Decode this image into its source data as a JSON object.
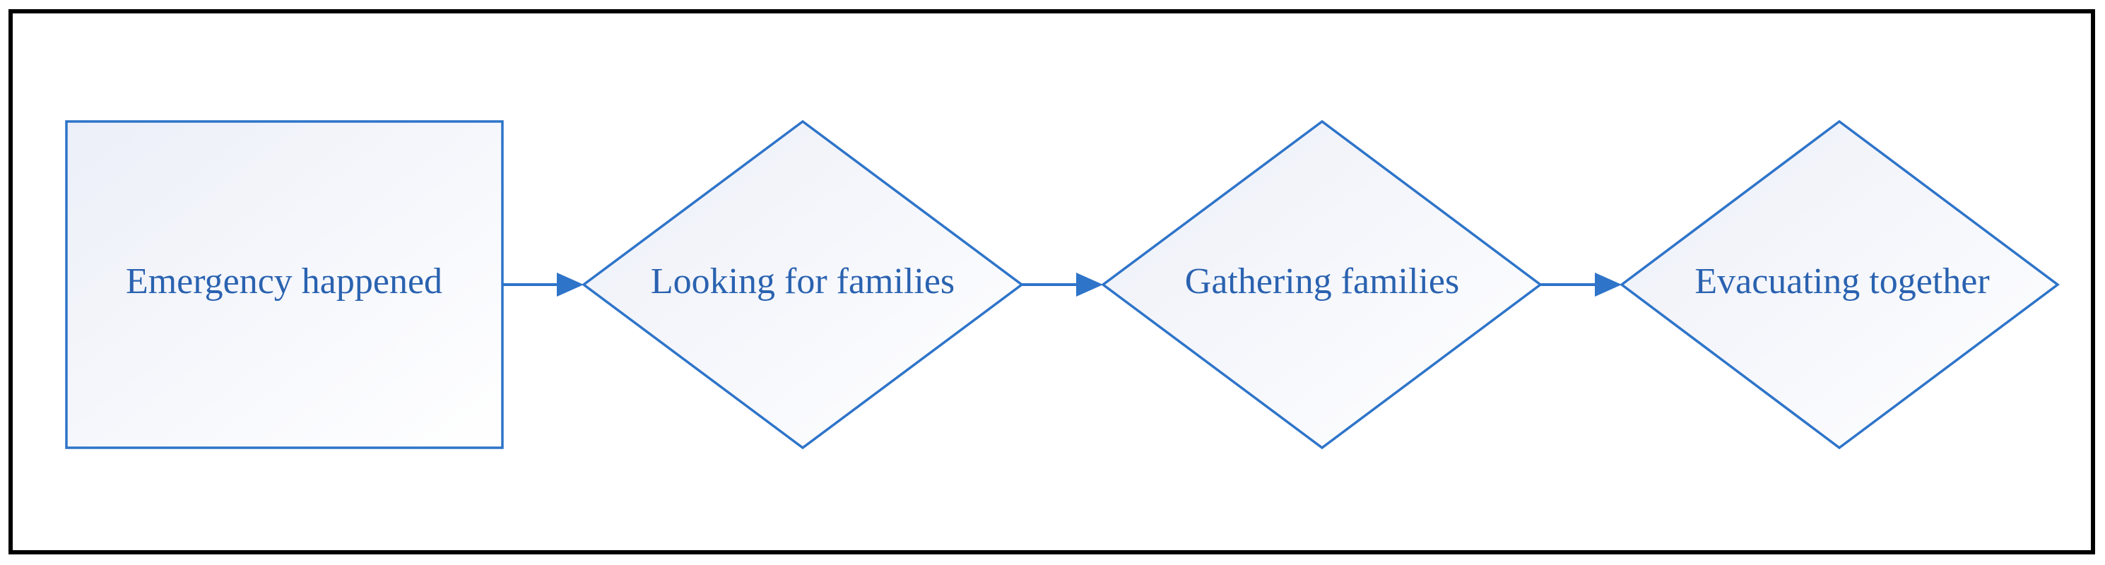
{
  "colors": {
    "border": "#000000",
    "stroke": "#2e74c9",
    "arrow": "#2e74c9",
    "text": "#2a62b0",
    "fill_start": "#eceff8",
    "fill_end": "#ffffff"
  },
  "nodes": [
    {
      "id": "emergency",
      "shape": "rectangle",
      "label": "Emergency happened"
    },
    {
      "id": "looking",
      "shape": "diamond",
      "label": "Looking for families"
    },
    {
      "id": "gathering",
      "shape": "diamond",
      "label": "Gathering families"
    },
    {
      "id": "evacuating",
      "shape": "diamond",
      "label": "Evacuating together"
    }
  ],
  "edges": [
    {
      "from": "emergency",
      "to": "looking"
    },
    {
      "from": "looking",
      "to": "gathering"
    },
    {
      "from": "gathering",
      "to": "evacuating"
    }
  ]
}
